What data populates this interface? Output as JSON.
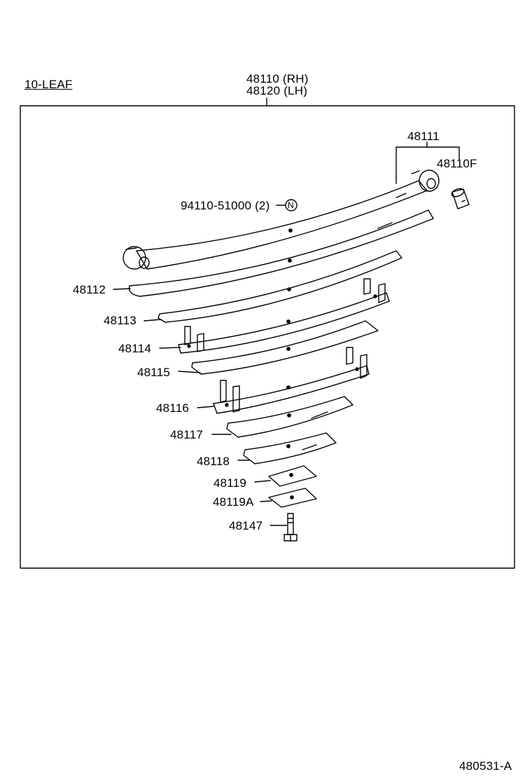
{
  "header": {
    "variant_label": "10-LEAF",
    "assembly_rh": "48110 (RH)",
    "assembly_lh": "48120 (LH)"
  },
  "parts": {
    "p48111": "48111",
    "p48110F": "48110F",
    "p94110": "94110-51000 (2)",
    "nut_symbol": "N",
    "p48112": "48112",
    "p48113": "48113",
    "p48114": "48114",
    "p48115": "48115",
    "p48116": "48116",
    "p48117": "48117",
    "p48118": "48118",
    "p48119": "48119",
    "p48119A": "48119A",
    "p48147": "48147"
  },
  "footer": {
    "diagram_id": "480531-A"
  }
}
